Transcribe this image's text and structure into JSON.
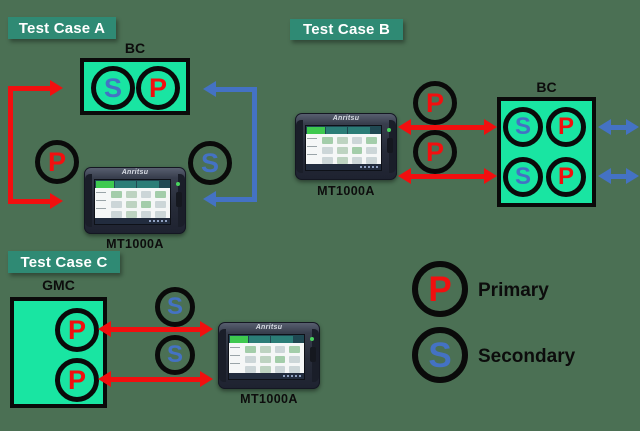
{
  "device": {
    "brand": "Anritsu",
    "model": "MT1000A"
  },
  "caseA": {
    "title": "Test Case A",
    "clock_label": "BC",
    "box_ports": [
      "S",
      "P"
    ],
    "primary_badge": "P",
    "secondary_badge": "S"
  },
  "caseB": {
    "title": "Test Case B",
    "clock_label": "BC",
    "box_ports": [
      "S",
      "P",
      "S",
      "P"
    ],
    "link_badges": [
      "P",
      "P"
    ]
  },
  "caseC": {
    "title": "Test Case C",
    "clock_label": "GMC",
    "box_ports": [
      "P",
      "P"
    ],
    "link_badges": [
      "S",
      "S"
    ]
  },
  "legend": {
    "items": [
      {
        "letter": "P",
        "label": "Primary"
      },
      {
        "letter": "S",
        "label": "Secondary"
      }
    ]
  },
  "colors": {
    "background": "#4b7054",
    "title_bg": "#2f8a74",
    "clock_box_green": "#19e5a2",
    "primary_red": "#f20f0f",
    "secondary_blue": "#4472c4",
    "outline_black": "#0a0a0a"
  }
}
